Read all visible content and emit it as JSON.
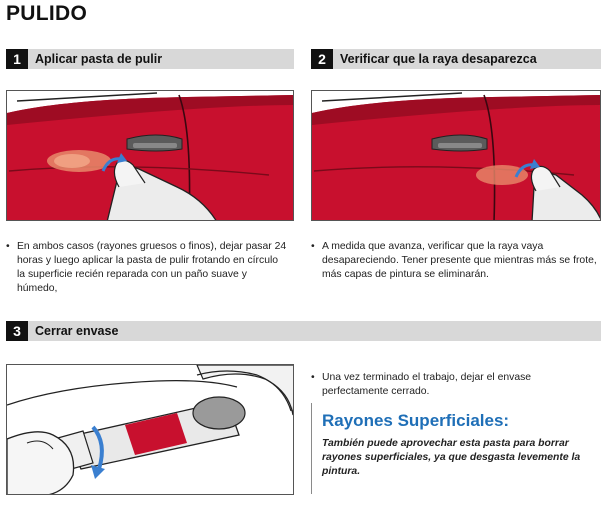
{
  "title": "PULIDO",
  "steps": [
    {
      "number": "1",
      "label": "Aplicar pasta de pulir"
    },
    {
      "number": "2",
      "label": "Verificar que la raya desaparezca"
    },
    {
      "number": "3",
      "label": "Cerrar envase"
    }
  ],
  "bullets": {
    "step1": "En ambos casos (rayones gruesos o finos), dejar pasar 24 horas y luego aplicar la pasta de pulir frotando en círculo la superficie recién reparada con un paño suave y húmedo,",
    "step2": "A medida que avanza, verificar que la raya vaya desapareciendo. Tener presente que mientras más se frote, más capas de pintura se eliminarán.",
    "step3": "Una vez terminado el trabajo, dejar el envase perfectamente cerrado."
  },
  "bullet_symbol": "•",
  "tip": {
    "title": "Rayones Superficiales:",
    "body": "También puede aprovechar esta pasta para borrar rayones superficiales, ya que desgasta levemente la pintura."
  },
  "colors": {
    "car_red": "#c8102e",
    "accent_blue": "#1f6fb7",
    "step_bar": "#d8d8d8"
  },
  "icons": [
    "car-door-illustration",
    "polishing-hand-illustration",
    "tube-closing-illustration",
    "circular-arrow-icon"
  ]
}
